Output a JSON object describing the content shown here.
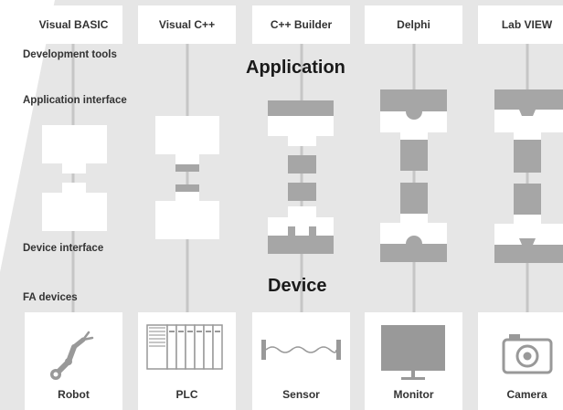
{
  "tools": [
    "Visual BASIC",
    "Visual C++",
    "C++ Builder",
    "Delphi",
    "Lab VIEW"
  ],
  "labels": {
    "development_tools": "Development tools",
    "application_interface": "Application interface",
    "device_interface": "Device interface",
    "fa_devices": "FA devices"
  },
  "headings": {
    "application": "Application",
    "device": "Device"
  },
  "devices": [
    {
      "label": "Robot",
      "icon": "robot-arm-icon"
    },
    {
      "label": "PLC",
      "icon": "plc-icon"
    },
    {
      "label": "Sensor",
      "icon": "sensor-icon"
    },
    {
      "label": "Monitor",
      "icon": "monitor-icon"
    },
    {
      "label": "Camera",
      "icon": "camera-icon"
    }
  ],
  "colors": {
    "background": "#e6e6e6",
    "block": "#a6a6a6",
    "box": "#ffffff",
    "text": "#333333"
  }
}
